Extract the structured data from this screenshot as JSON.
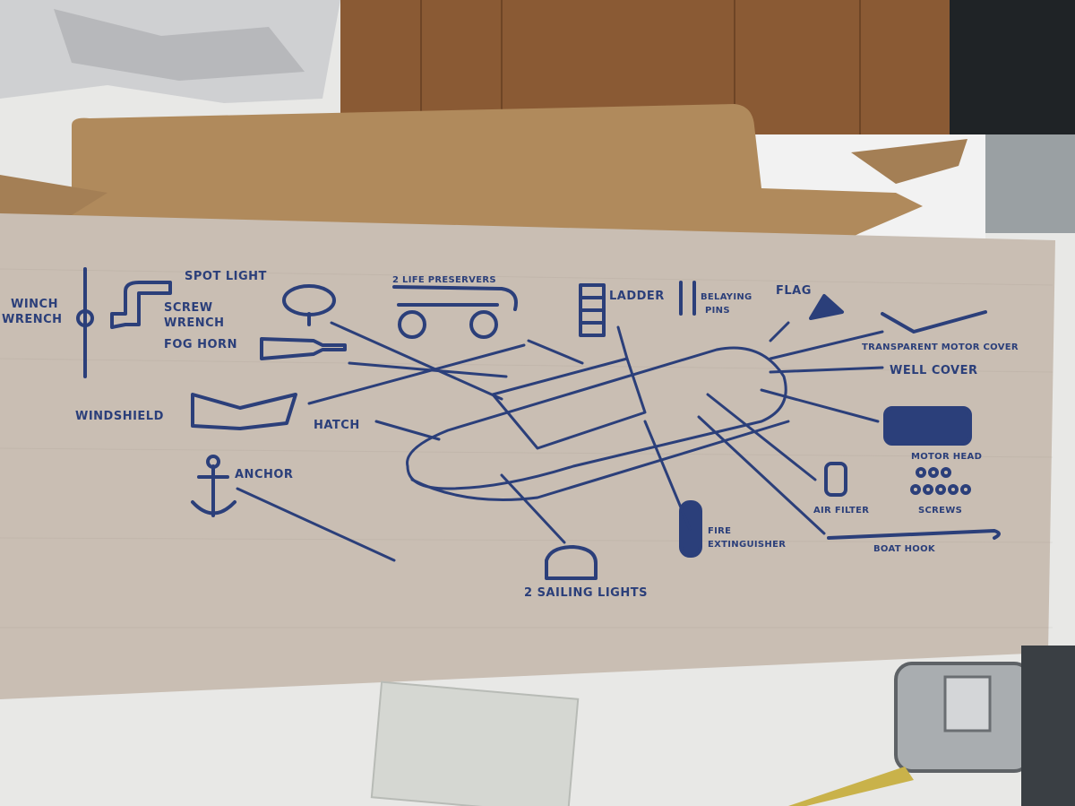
{
  "scene": {
    "subject": "Cardboard toy boat box with printed parts diagram",
    "ink_color": "#2b3f7a",
    "box_color": "#c9beb3",
    "flap_color": "#b08a5c"
  },
  "labels": {
    "winch": "WINCH",
    "wrench": "WRENCH",
    "screw_wrench_1": "SCREW",
    "screw_wrench_2": "WRENCH",
    "spot_light": "SPOT LIGHT",
    "fog_horn": "FOG HORN",
    "life_preservers": "2 LIFE PRESERVERS",
    "ladder": "LADDER",
    "belaying_1": "BELAYING",
    "belaying_2": "PINS",
    "flag": "FLAG",
    "transparent_motor_cover": "TRANSPARENT MOTOR COVER",
    "well_cover": "WELL COVER",
    "windshield": "WINDSHIELD",
    "hatch": "HATCH",
    "anchor": "ANCHOR",
    "motor_head": "MOTOR HEAD",
    "air_filter": "AIR FILTER",
    "screws": "SCREWS",
    "fire_1": "FIRE",
    "fire_2": "EXTINGUISHER",
    "boat_hook": "BOAT HOOK",
    "sailing_lights": "2 SAILING LIGHTS"
  }
}
